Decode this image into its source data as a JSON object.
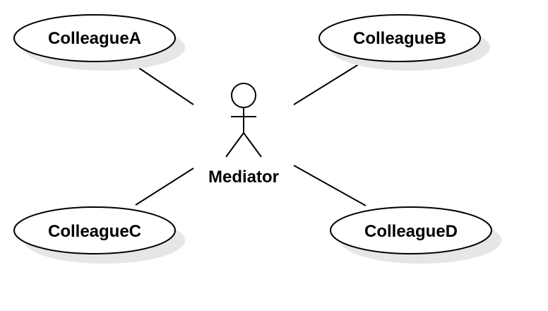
{
  "diagram": {
    "actor": {
      "label": "Mediator"
    },
    "use_cases": [
      {
        "label": "ColleagueA"
      },
      {
        "label": "ColleagueB"
      },
      {
        "label": "ColleagueC"
      },
      {
        "label": "ColleagueD"
      }
    ]
  }
}
